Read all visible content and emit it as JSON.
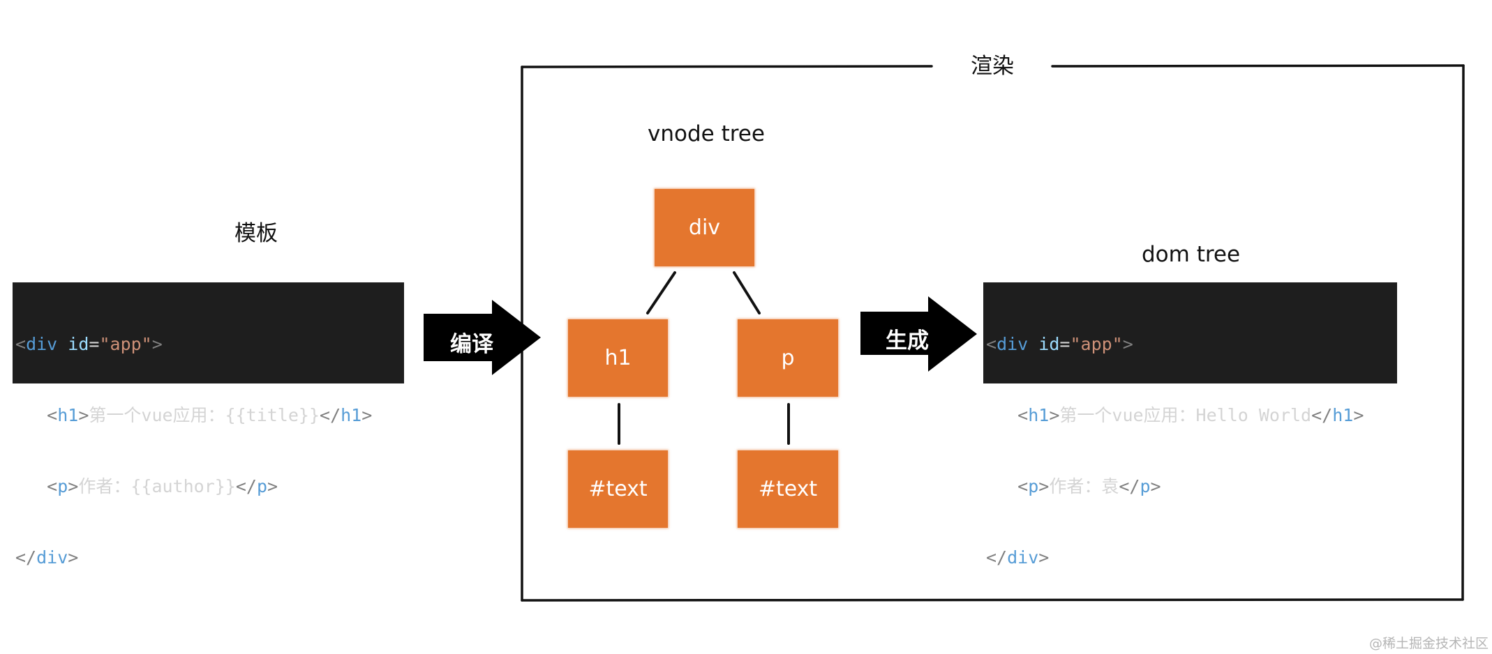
{
  "labels": {
    "template": "模板",
    "render": "渲染",
    "vnode_tree": "vnode tree",
    "dom_tree": "dom tree",
    "compile_arrow": "编译",
    "generate_arrow": "生成",
    "watermark": "@稀土掘金技术社区"
  },
  "template_code": {
    "line1": {
      "lt": "<",
      "tag": "div",
      "attr": "id",
      "eq": "=",
      "q1": "\"",
      "value": "app",
      "q2": "\"",
      "gt": ">"
    },
    "line2": {
      "lt": "<",
      "tag": "h1",
      "gt": ">",
      "text": "第一个vue应用：{{title}}",
      "close_lt": "</",
      "close_tag": "h1",
      "close_gt": ">"
    },
    "line3": {
      "lt": "<",
      "tag": "p",
      "gt": ">",
      "text": "作者：{{author}}",
      "close_lt": "</",
      "close_tag": "p",
      "close_gt": ">"
    },
    "line4": {
      "close_lt": "</",
      "close_tag": "div",
      "close_gt": ">"
    }
  },
  "dom_code": {
    "line1": {
      "lt": "<",
      "tag": "div",
      "attr": "id",
      "eq": "=",
      "q1": "\"",
      "value": "app",
      "q2": "\"",
      "gt": ">"
    },
    "line2": {
      "lt": "<",
      "tag": "h1",
      "gt": ">",
      "text": "第一个vue应用：Hello World",
      "close_lt": "</",
      "close_tag": "h1",
      "close_gt": ">"
    },
    "line3": {
      "lt": "<",
      "tag": "p",
      "gt": ">",
      "text": "作者：袁",
      "close_lt": "</",
      "close_tag": "p",
      "close_gt": ">"
    },
    "line4": {
      "close_lt": "</",
      "close_tag": "div",
      "close_gt": ">"
    }
  },
  "vnode_nodes": {
    "root": "div",
    "h1": "h1",
    "p": "p",
    "h1_text": "#text",
    "p_text": "#text"
  },
  "colors": {
    "node_fill": "#e4762e",
    "code_background": "#1e1e1e",
    "tag": "#569cd6",
    "attr": "#9cdcfe",
    "string": "#ce9178"
  }
}
